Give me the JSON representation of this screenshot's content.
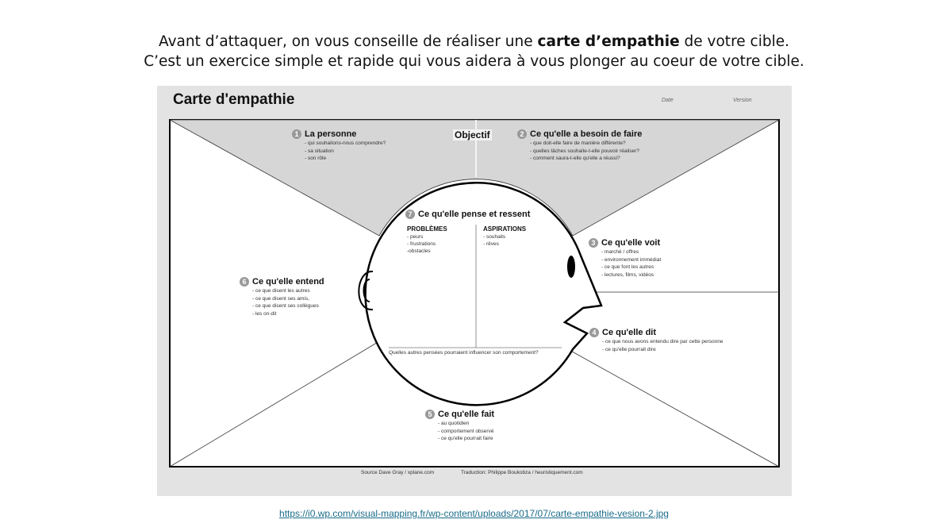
{
  "intro": {
    "line1_before": "Avant d’attaquer, on vous conseille de réaliser une ",
    "line1_bold": "carte d’empathie",
    "line1_after": " de votre cible.",
    "line2": "C’est un exercice simple et rapide qui vous aidera à vous plonger au coeur de votre cible."
  },
  "map": {
    "title": "Carte d'empathie",
    "date": "Date",
    "version": "Version",
    "objective": "Objectif",
    "sections": [
      {
        "num": "1",
        "title": "La personne",
        "items": [
          "- qui souhaitons-nous comprendre?",
          "- sa situation",
          "- son rôle"
        ]
      },
      {
        "num": "2",
        "title": "Ce qu'elle a besoin de faire",
        "items": [
          "- que doit-elle faire de manière différente?",
          "- quelles tâches souhaite-t-elle pouvoir réaliser?",
          "- comment saura-t-elle qu'elle a réussi?"
        ]
      },
      {
        "num": "3",
        "title": "Ce qu'elle voit",
        "items": [
          "- marché / offres",
          "- environnement immédiat",
          "- ce que font les autres",
          "- lectures, films, vidéos"
        ]
      },
      {
        "num": "4",
        "title": "Ce qu'elle dit",
        "items": [
          "- ce que nous avons entendu dire par cette personne",
          "- ce qu'elle pourrait dire"
        ]
      },
      {
        "num": "5",
        "title": "Ce qu'elle fait",
        "items": [
          "- au quotidien",
          "- comportement observé",
          "- ce qu'elle pourrait faire"
        ]
      },
      {
        "num": "6",
        "title": "Ce qu'elle entend",
        "items": [
          "- ce que disent les autres",
          "- ce que disent ses amis,",
          "- ce que disent ses collègues",
          "- les on-dit"
        ]
      },
      {
        "num": "7",
        "title": "Ce qu'elle pense et ressent"
      }
    ],
    "problems": {
      "title": "PROBLÈMES",
      "items": [
        "- peurs",
        "- frustrations",
        "-obstacles"
      ]
    },
    "aspirations": {
      "title": "ASPIRATIONS",
      "items": [
        "- souhaits",
        "- rêves"
      ]
    },
    "question": "Quelles autres pensées pourraient influencer son comportement?",
    "source": "Source Dave Gray / xplane.com",
    "translation": "Traduction: Philippe Boukobza / heuristiquement.com"
  },
  "link": "https://i0.wp.com/visual-mapping.fr/wp-content/uploads/2017/07/carte-empathie-vesion-2.jpg"
}
